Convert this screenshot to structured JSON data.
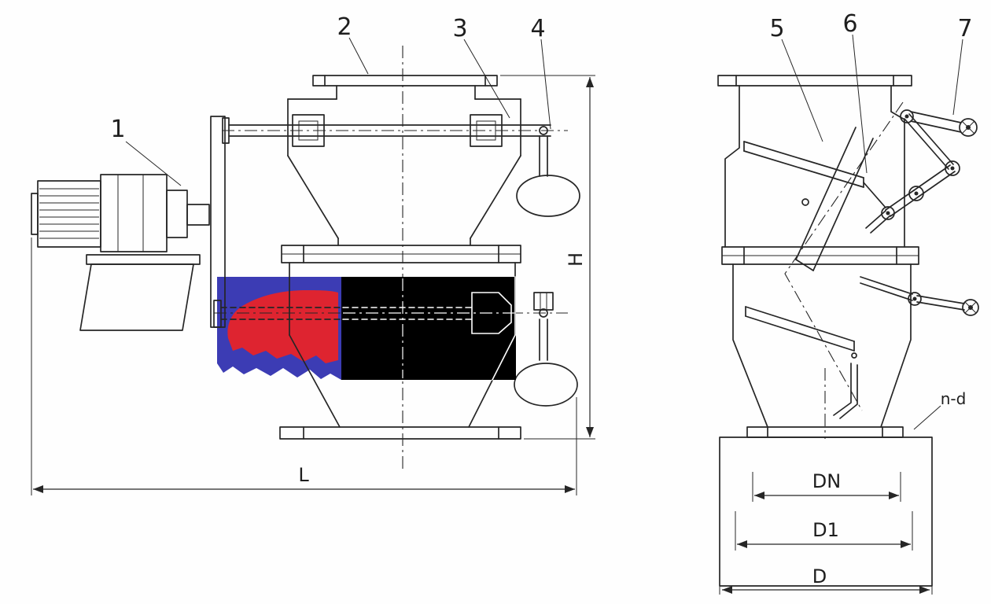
{
  "callouts": {
    "c1": "1",
    "c2": "2",
    "c3": "3",
    "c4": "4",
    "c5": "5",
    "c6": "6",
    "c7": "7"
  },
  "dimensions": {
    "height": "H",
    "length": "L",
    "dn": "DN",
    "d1": "D1",
    "d": "D",
    "bolt_holes": "n-d"
  },
  "colors": {
    "line": "#262626",
    "overlay_blue": "#3c3cb4",
    "overlay_red": "#de2430",
    "overlay_black": "#000000",
    "background": "#fefefe"
  }
}
